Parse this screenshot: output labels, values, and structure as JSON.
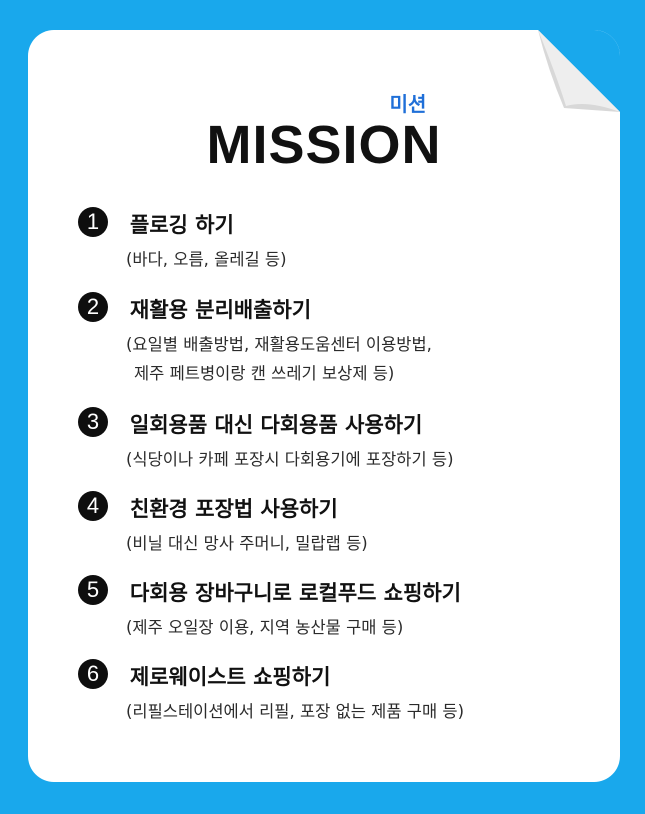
{
  "header": {
    "subtitle": "미션",
    "title": "MISSION"
  },
  "colors": {
    "background": "#19A8EC",
    "card": "#FFFFFF",
    "subtitle": "#1F6FD8",
    "badge": "#0E0E0E"
  },
  "missions": [
    {
      "number": "1",
      "title": "플로깅 하기",
      "desc": "(바다, 오름, 올레길 등)"
    },
    {
      "number": "2",
      "title": "재활용 분리배출하기",
      "desc1": "(요일별 배출방법, 재활용도움센터 이용방법,",
      "desc2": "제주 페트병이랑 캔 쓰레기 보상제 등)"
    },
    {
      "number": "3",
      "title": "일회용품 대신 다회용품 사용하기",
      "desc": "(식당이나 카페 포장시 다회용기에 포장하기 등)"
    },
    {
      "number": "4",
      "title": "친환경 포장법 사용하기",
      "desc": "(비닐 대신 망사 주머니, 밀랍랩 등)"
    },
    {
      "number": "5",
      "title": "다회용 장바구니로 로컬푸드 쇼핑하기",
      "desc": "(제주 오일장 이용, 지역 농산물 구매 등)"
    },
    {
      "number": "6",
      "title": "제로웨이스트 쇼핑하기",
      "desc": "(리필스테이션에서 리필, 포장 없는 제품 구매 등)"
    }
  ]
}
